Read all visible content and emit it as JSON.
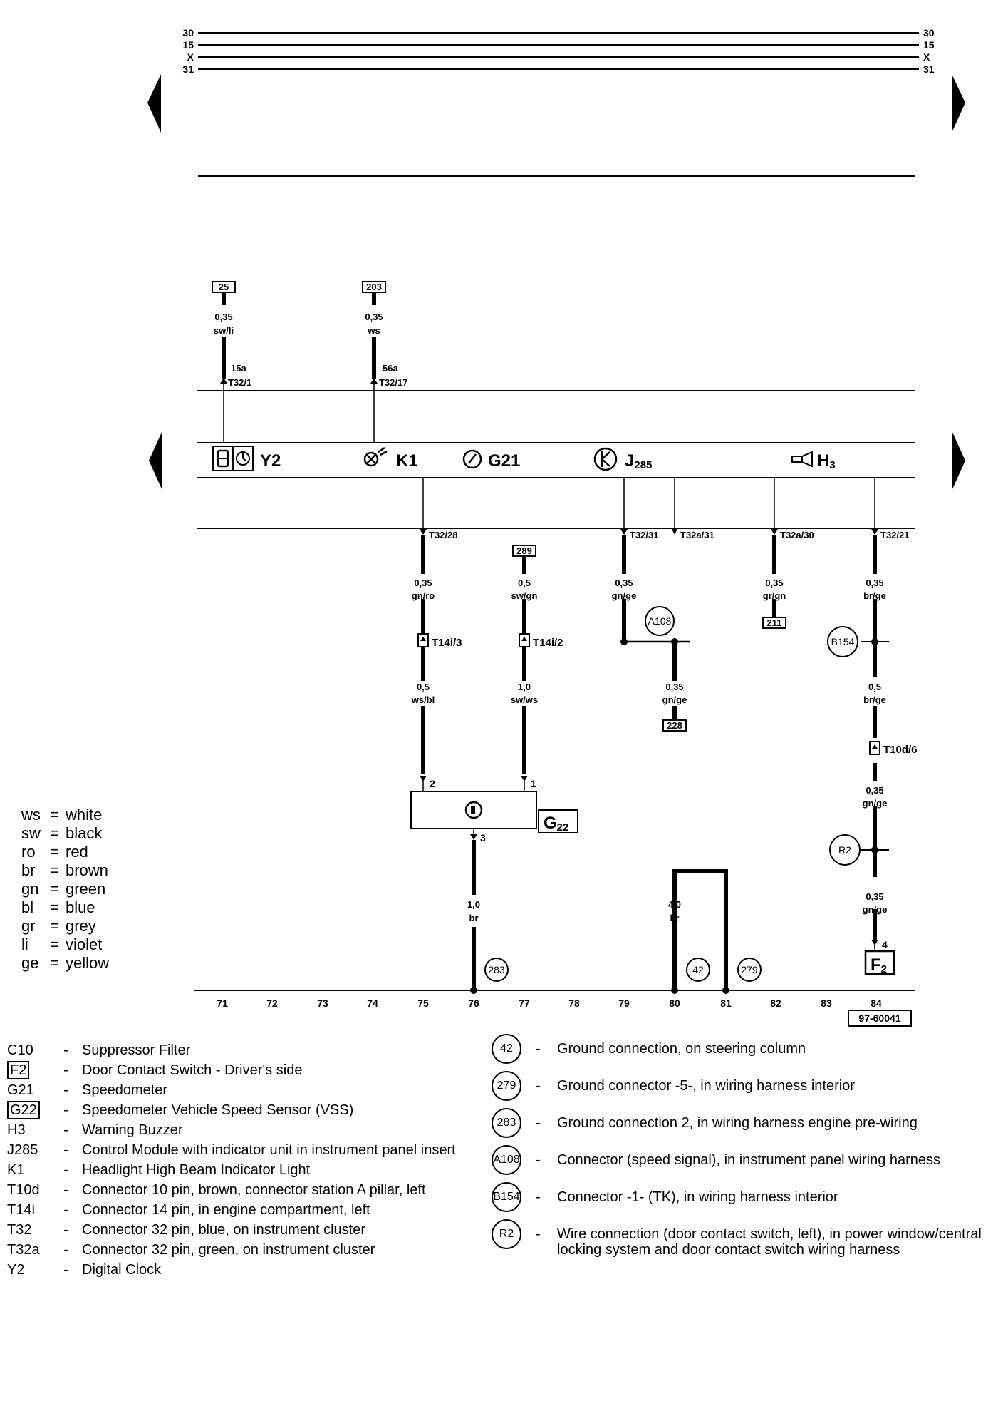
{
  "diagram_id": "97-60041",
  "bus_labels": [
    "30",
    "15",
    "X",
    "31"
  ],
  "track_numbers": [
    "71",
    "72",
    "73",
    "74",
    "75",
    "76",
    "77",
    "78",
    "79",
    "80",
    "81",
    "82",
    "83",
    "84"
  ],
  "wires": {
    "y2": {
      "ref": "25",
      "size": "0,35",
      "color": "sw/li",
      "term": "15a",
      "pin": "T32/1"
    },
    "k1_top": {
      "ref": "203",
      "size": "0,35",
      "color": "ws",
      "term": "56a",
      "pin": "T32/17"
    },
    "k1_bottom": {
      "pin": "T32/28",
      "size_a": "0,35",
      "color_a": "gn/ro",
      "conn": "T14i/3",
      "size_b": "0,5",
      "color_b": "ws/bl",
      "g22_pin": "2"
    },
    "g22_supply": {
      "ref": "289",
      "size_a": "0,5",
      "color_a": "sw/gn",
      "conn": "T14i/2",
      "size_b": "1,0",
      "color_b": "sw/ws",
      "g22_pin": "1"
    },
    "j285": {
      "pin": "T32/31",
      "pin2": "T32a/31",
      "size": "0,35",
      "color": "gn/ge",
      "node": "A108",
      "size_b": "0,35",
      "color_b": "gn/ge",
      "ref": "228"
    },
    "h3": {
      "pin": "T32a/30",
      "size": "0,35",
      "color": "gr/gn",
      "ref": "211"
    },
    "f2": {
      "pin": "T32/21",
      "size_a": "0,35",
      "color_a": "br/ge",
      "node1": "B154",
      "size_b": "0,5",
      "color_b": "br/ge",
      "conn": "T10d/6",
      "size_c": "0,35",
      "color_c": "gn/ge",
      "node2": "R2",
      "size_d": "0,35",
      "color_d": "gn/ge",
      "f2_pin": "4"
    },
    "g22_ground": {
      "pin": "3",
      "size": "1,0",
      "color": "br",
      "node": "283"
    },
    "ground_loop": {
      "size": "4,0",
      "color": "br",
      "node1": "42",
      "node2": "279"
    }
  },
  "components": {
    "y2": "Y2",
    "k1": "K1",
    "g21": "G21",
    "j285": "J285",
    "h3": "H3",
    "g22": "G22",
    "f2": "F2"
  },
  "color_key": [
    {
      "abbr": "ws",
      "name": "white"
    },
    {
      "abbr": "sw",
      "name": "black"
    },
    {
      "abbr": "ro",
      "name": "red"
    },
    {
      "abbr": "br",
      "name": "brown"
    },
    {
      "abbr": "gn",
      "name": "green"
    },
    {
      "abbr": "bl",
      "name": "blue"
    },
    {
      "abbr": "gr",
      "name": "grey"
    },
    {
      "abbr": "li",
      "name": "violet"
    },
    {
      "abbr": "ge",
      "name": "yellow"
    }
  ],
  "legend_components": [
    {
      "code": "C10",
      "desc": "Suppressor Filter"
    },
    {
      "code": "F2",
      "desc": "Door Contact Switch - Driver's side",
      "boxed": true
    },
    {
      "code": "G21",
      "desc": "Speedometer"
    },
    {
      "code": "G22",
      "desc": "Speedometer Vehicle Speed Sensor (VSS)",
      "boxed": true
    },
    {
      "code": "H3",
      "desc": "Warning Buzzer"
    },
    {
      "code": "J285",
      "desc": "Control Module with indicator unit in instrument panel insert"
    },
    {
      "code": "K1",
      "desc": "Headlight High Beam Indicator Light"
    },
    {
      "code": "T10d",
      "desc": "Connector 10 pin, brown, connector station A pillar, left"
    },
    {
      "code": "T14i",
      "desc": "Connector 14 pin, in engine compartment, left"
    },
    {
      "code": "T32",
      "desc": "Connector 32 pin, blue, on instrument cluster"
    },
    {
      "code": "T32a",
      "desc": "Connector 32 pin, green, on instrument cluster"
    },
    {
      "code": "Y2",
      "desc": "Digital Clock"
    }
  ],
  "legend_connections": [
    {
      "code": "42",
      "desc": "Ground connection, on steering column"
    },
    {
      "code": "279",
      "desc": "Ground connector -5-, in wiring harness interior"
    },
    {
      "code": "283",
      "desc": "Ground connection 2, in wiring harness engine pre-wiring"
    },
    {
      "code": "A108",
      "desc": "Connector (speed signal), in instrument panel wiring harness"
    },
    {
      "code": "B154",
      "desc": "Connector -1- (TK), in wiring harness interior"
    },
    {
      "code": "R2",
      "desc": "Wire connection (door contact switch, left), in power window/central locking system and door contact switch wiring harness"
    }
  ]
}
